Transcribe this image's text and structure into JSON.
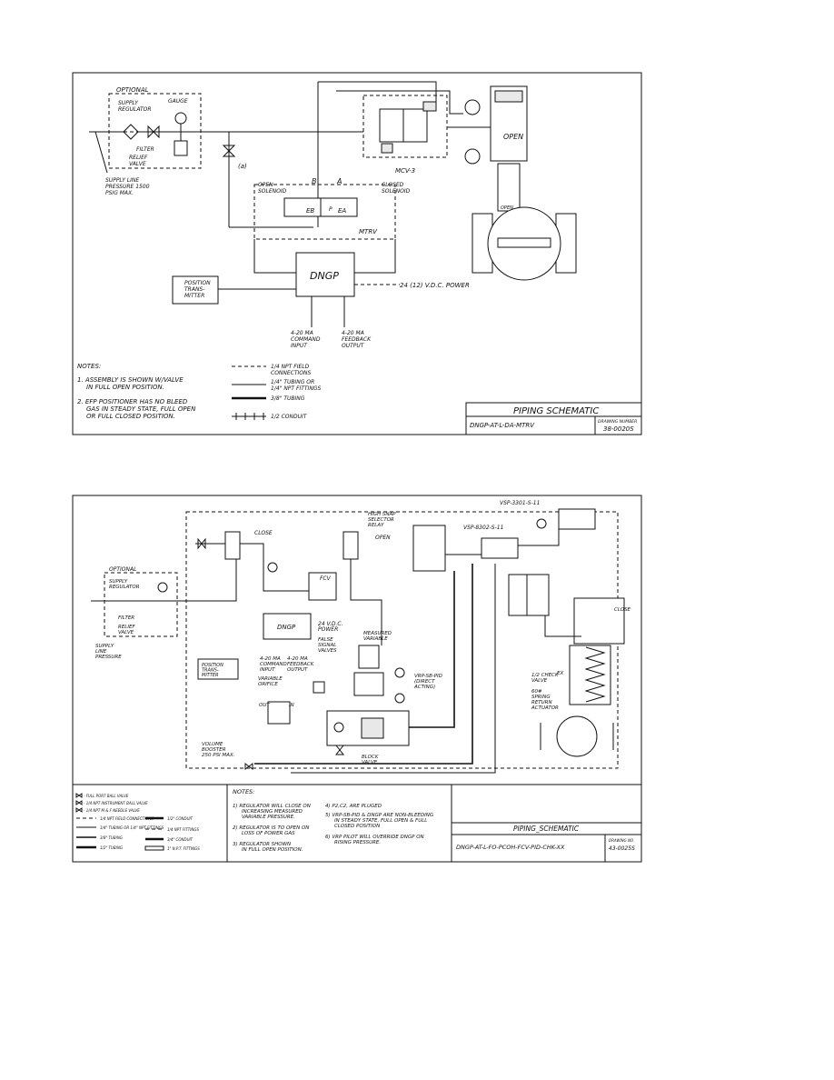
{
  "sheet1": {
    "optional": "OPTIONAL",
    "supply_regulator": [
      "SUPPLY",
      "REGULATOR"
    ],
    "gauge": "GAUGE",
    "filter": "FILTER",
    "relief_valve": [
      "RELIEF",
      "VALVE"
    ],
    "supply_line": [
      "SUPPLY LINE",
      "PRESSURE 1500",
      "PSIG MAX."
    ],
    "note_a": "(a)",
    "mcv": "MCV-3",
    "open_solenoid": [
      "OPEN",
      "SOLENOID"
    ],
    "closed_solenoid": [
      "CLOSED",
      "SOLENOID"
    ],
    "port_b": "B",
    "port_a": "A",
    "port_p": "P",
    "port_eb": "EB",
    "port_ea": "EA",
    "mtrv": "MTRV",
    "dngp": "DNGP",
    "position_transmitter": [
      "POSITION",
      "TRANS-",
      "MITTER"
    ],
    "power": "24 (12) V.D.C. POWER",
    "command_input": [
      "4-20 MA",
      "COMMAND",
      "INPUT"
    ],
    "feedback_output": [
      "4-20 MA",
      "FEEDBACK",
      "OUTPUT"
    ],
    "actuator_open": "OPEN",
    "valve_open": "OPEN",
    "notes_title": "NOTES:",
    "note1": [
      "1. ASSEMBLY IS SHOWN W/VALVE",
      "IN FULL OPEN POSITION."
    ],
    "note2": [
      "2. EFP POSITIONER HAS NO BLEED",
      "GAS IN STEADY STATE, FULL OPEN",
      "OR FULL CLOSED POSITION."
    ],
    "legend_dashed": [
      "1/4 NPT FIELD",
      "CONNECTIONS"
    ],
    "legend_thin": [
      "1/4\" TUBING OR",
      "1/4\" NPT FITTINGS"
    ],
    "legend_thick": "3/8\" TUBING",
    "legend_conduit": "1/2 CONDUIT",
    "title": "PIPING SCHEMATIC",
    "drawing_number_label": "DRAWING NUMBER",
    "drawing_code": "DNGP-AT-L-DA-MTRV",
    "drawing_number": "38-0020S"
  },
  "sheet2": {
    "close_top": "CLOSE",
    "open_top": "OPEN",
    "high_snap": [
      "HIGH SNAP",
      "SELECTOR",
      "RELAY"
    ],
    "vsp_top": "VSP-3301-S-11",
    "vsp_mid": "VSP-8302-S-11",
    "fcv": "FCV",
    "optional": "OPTIONAL",
    "supply_regulator": [
      "SUPPLY",
      "REGULATOR"
    ],
    "filter": "FILTER",
    "relief_valve": [
      "RELIEF",
      "VALVE"
    ],
    "supply_line": [
      "SUPPLY",
      "LINE",
      "PRESSURE"
    ],
    "dngp": "DNGP",
    "power": [
      "24 V.D.C.",
      "POWER"
    ],
    "measured_variable": [
      "MEASURED",
      "VARIABLE"
    ],
    "false_signal": [
      "FALSE",
      "SIGNAL",
      "VALVES"
    ],
    "position_transmitter": [
      "POSITION",
      "TRANS-",
      "MITTER"
    ],
    "command_input": [
      "4-20 MA",
      "COMMAND",
      "INPUT"
    ],
    "feedback_output": [
      "4-20 MA",
      "FEEDBACK",
      "OUTPUT"
    ],
    "variable_orifice": [
      "VARIABLE",
      "ORIFICE"
    ],
    "vrp": [
      "VRP-SB-PID",
      "(DIRECT",
      "ACTING)"
    ],
    "out": "OUT",
    "in": "IN",
    "volume_booster": [
      "VOLUME",
      "BOOSTER",
      "250 PSI MAX."
    ],
    "block_valve": [
      "BLOCK",
      "VALVE"
    ],
    "check_valve": [
      "1/2 CHECK",
      "VALVE"
    ],
    "spring_return": [
      "60# ",
      "SPRING",
      "RETURN",
      "ACTUATOR"
    ],
    "close_right": "CLOSE",
    "ex": "EX",
    "legend": [
      "- FULL PORT BALL VALVE",
      "- 1/4 NPT INSTRUMENT BALL VALVE",
      "- 1/4 NPT M & F NEEDLE VALVE",
      "1/4 NPT FIELD CONNECTIONS",
      "1/4\" TUBING OR 1/4\" NPT FITTINGS",
      "3/8\" TUBING",
      "1/2\" TUBING",
      "1/2\" CONDUIT",
      "1/4 NPT FITTINGS",
      "3/4\" CONDUIT",
      "1\" N.P.T. FITTINGS"
    ],
    "notes_title": "NOTES:",
    "notes": [
      [
        "1) REGULATOR WILL CLOSE ON",
        "INCREASING MEASURED",
        "VARIABLE PRESSURE."
      ],
      [
        "2) REGULATOR IS TO OPEN ON",
        "LOSS OF POWER GAS"
      ],
      [
        "3) REGULATOR SHOWN",
        "IN FULL OPEN POSITION."
      ],
      [
        "4) P2,C2, ARE PLUGED"
      ],
      [
        "5) VRP-SB-PID & DNGP ARE NON-BLEEDING",
        "IN STEADY STATE, FULL OPEN & FULL",
        "CLOSED POSITION"
      ],
      [
        "6) VRP PILOT WILL OVERRIDE DNGP ON",
        "RISING PRESSURE."
      ]
    ],
    "title": "PIPING_SCHEMATIC",
    "drawing_code": "DNGP-AT-L-FO-PCOH-FCV-PID-CHK-XX",
    "drawing_no_label": "DRAWING NO.",
    "drawing_number": "43-0025S"
  }
}
